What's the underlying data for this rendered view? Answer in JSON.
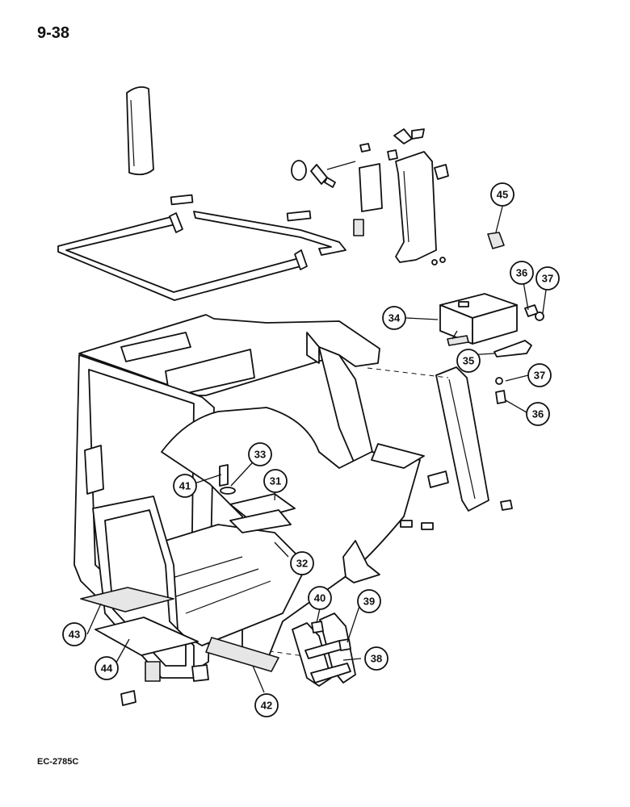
{
  "page": {
    "number": "9-38",
    "reference_code": "EC-2785C"
  },
  "callouts": [
    {
      "id": "c31",
      "label": "31"
    },
    {
      "id": "c32",
      "label": "32"
    },
    {
      "id": "c33",
      "label": "33"
    },
    {
      "id": "c34",
      "label": "34"
    },
    {
      "id": "c35",
      "label": "35"
    },
    {
      "id": "c36a",
      "label": "36"
    },
    {
      "id": "c37a",
      "label": "37"
    },
    {
      "id": "c37b",
      "label": "37"
    },
    {
      "id": "c36b",
      "label": "36"
    },
    {
      "id": "c38",
      "label": "38"
    },
    {
      "id": "c39",
      "label": "39"
    },
    {
      "id": "c40",
      "label": "40"
    },
    {
      "id": "c41",
      "label": "41"
    },
    {
      "id": "c42",
      "label": "42"
    },
    {
      "id": "c43",
      "label": "43"
    },
    {
      "id": "c44",
      "label": "44"
    },
    {
      "id": "c45",
      "label": "45"
    }
  ]
}
